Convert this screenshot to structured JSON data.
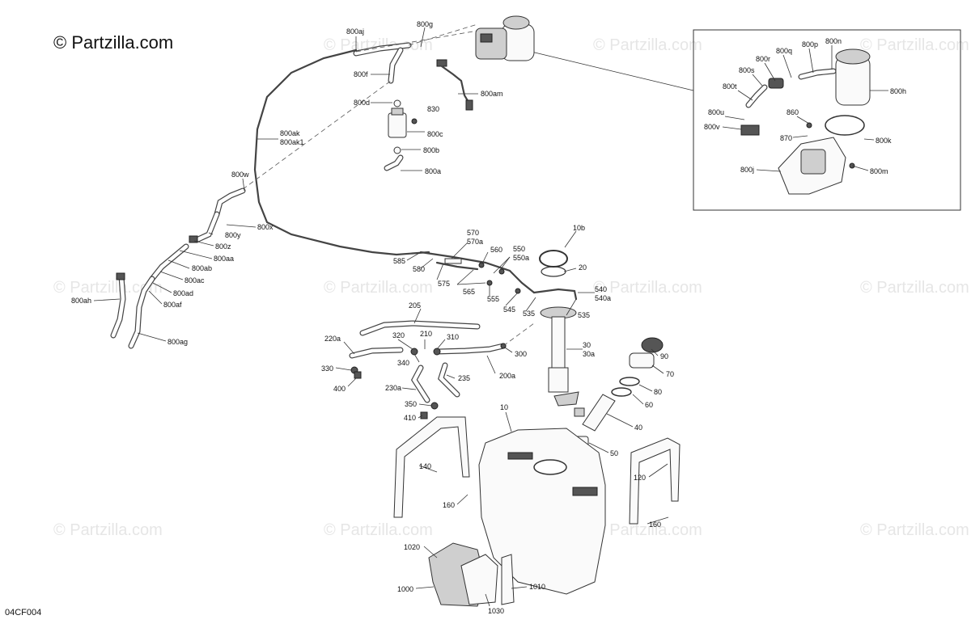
{
  "copyright": "© Partzilla.com",
  "watermark": "© Partzilla.com",
  "diagram_code": "04CF004",
  "callouts": {
    "c800aj": "800aj",
    "c800g": "800g",
    "c800f": "800f",
    "c800am": "800am",
    "c800d": "800d",
    "c830": "830",
    "c800c": "800c",
    "c800b": "800b",
    "c800a": "800a",
    "c800ak": "800ak",
    "c800ak1": "800ak1",
    "c800w": "800w",
    "c800x": "800x",
    "c800y": "800y",
    "c800z": "800z",
    "c800aa": "800aa",
    "c800ab": "800ab",
    "c800ac": "800ac",
    "c800ad": "800ad",
    "c800af": "800af",
    "c800ah": "800ah",
    "c800ag": "800ag",
    "c800n": "800n",
    "c800p": "800p",
    "c800q": "800q",
    "c800r": "800r",
    "c800s": "800s",
    "c800t": "800t",
    "c800h": "800h",
    "c800u": "800u",
    "c800v": "800v",
    "c860": "860",
    "c870": "870",
    "c800k": "800k",
    "c800j": "800j",
    "c800m": "800m",
    "c570": "570",
    "c570a": "570a",
    "c560": "560",
    "c550": "550",
    "c550a": "550a",
    "c585": "585",
    "c580": "580",
    "c575": "575",
    "c565": "565",
    "c555": "555",
    "c545": "545",
    "c535a": "535",
    "c535b": "535",
    "c540": "540",
    "c540a": "540a",
    "c10b": "10b",
    "c20": "20",
    "c205": "205",
    "c220a": "220a",
    "c320": "320",
    "c210": "210",
    "c310": "310",
    "c330": "330",
    "c340": "340",
    "c300": "300",
    "c200a": "200a",
    "c400": "400",
    "c230a": "230a",
    "c235": "235",
    "c350": "350",
    "c410": "410",
    "c30": "30",
    "c30a": "30a",
    "c90": "90",
    "c70": "70",
    "c80": "80",
    "c60": "60",
    "c40": "40",
    "c50": "50",
    "c10": "10",
    "c140": "140",
    "c120": "120",
    "c160a": "160",
    "c160b": "160",
    "c1020": "1020",
    "c1000": "1000",
    "c1030": "1030",
    "c1010": "1010"
  }
}
